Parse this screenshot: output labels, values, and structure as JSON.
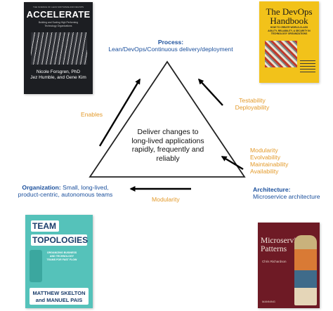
{
  "books": {
    "accelerate": {
      "supertitle": "THE SCIENCE OF LEAN SOFTWARE AND DEVOPS",
      "title": "ACCELERATE",
      "subtitle": "Building and Scaling High Performing Technology Organizations",
      "authors": [
        "Nicole Forsgren, PhD",
        "Jez Humble, and Gene Kim"
      ]
    },
    "devops_handbook": {
      "title_line1": "The DevOps",
      "title_line2": "Handbook",
      "subtitle": "HOW TO CREATE WORLD-CLASS AGILITY, RELIABILITY, & SECURITY IN TECHNOLOGY ORGANIZATIONS"
    },
    "team_topologies": {
      "title_line1": "TEAM",
      "title_line2": "TOPOLOGIES",
      "subtitle": "ORGANIZING BUSINESS AND TECHNOLOGY TEAMS FOR FAST FLOW",
      "authors": [
        "MATTHEW SKELTON",
        "and MANUEL PAIS"
      ]
    },
    "microservices_patterns": {
      "title_line1": "Microservices",
      "title_line2": "Patterns",
      "author": "Chris Richardson",
      "publisher": "MANNING"
    }
  },
  "diagram": {
    "process": {
      "title": "Process:",
      "detail": "Lean/DevOps/Continuous delivery/deployment"
    },
    "organization": {
      "title": "Organization:",
      "detail_line1": "Small, long-lived,",
      "detail_line2": "product-centric, autonomous teams"
    },
    "architecture": {
      "title": "Architecture:",
      "detail": "Microservice architecture"
    },
    "center": [
      "Deliver changes to",
      "long-lived applications",
      "rapidly, frequently and",
      "reliably"
    ],
    "enables": "Enables",
    "testability": "Testability",
    "deployability": "Deployability",
    "qualities": [
      "Modularity",
      "Evolvability",
      "Maintainability",
      "Availability"
    ],
    "modularity_bottom": "Modularity"
  },
  "colors": {
    "blue": "#1a4f9c",
    "orange": "#e39a2a",
    "accelerate_bg": "#1c1e22",
    "devops_bg": "#f2c21a",
    "team_bg": "#55c2ba",
    "microservices_bg": "#6e1a25"
  }
}
